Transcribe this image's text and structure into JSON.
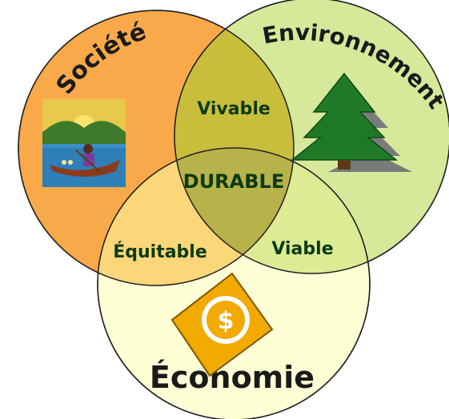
{
  "circles": {
    "societe": {
      "label": "Société",
      "color": "#F9A94A"
    },
    "environnement": {
      "label": "Environnement",
      "color": "#D4E896"
    },
    "economie": {
      "label": "Économie",
      "color": "#FFFFC8"
    }
  },
  "intersections": {
    "vivable": "Vivable",
    "equitable": "Équitable",
    "viable": "Viable",
    "durable": "DURABLE"
  },
  "icons": {
    "societe": "canoe-painting-icon",
    "environnement": "pine-tree-icon",
    "economie": "dollar-bill-icon"
  },
  "colors": {
    "label_text": "#1A1A1A",
    "intersection_text": "#0B3B14",
    "tree": "#1F7A28",
    "coin": "#F2A900"
  }
}
